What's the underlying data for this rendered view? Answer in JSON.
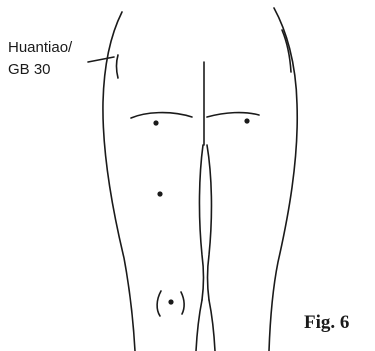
{
  "point_label": {
    "line1": "Huantiao/",
    "line2": "GB 30"
  },
  "caption": "Fig. 6"
}
